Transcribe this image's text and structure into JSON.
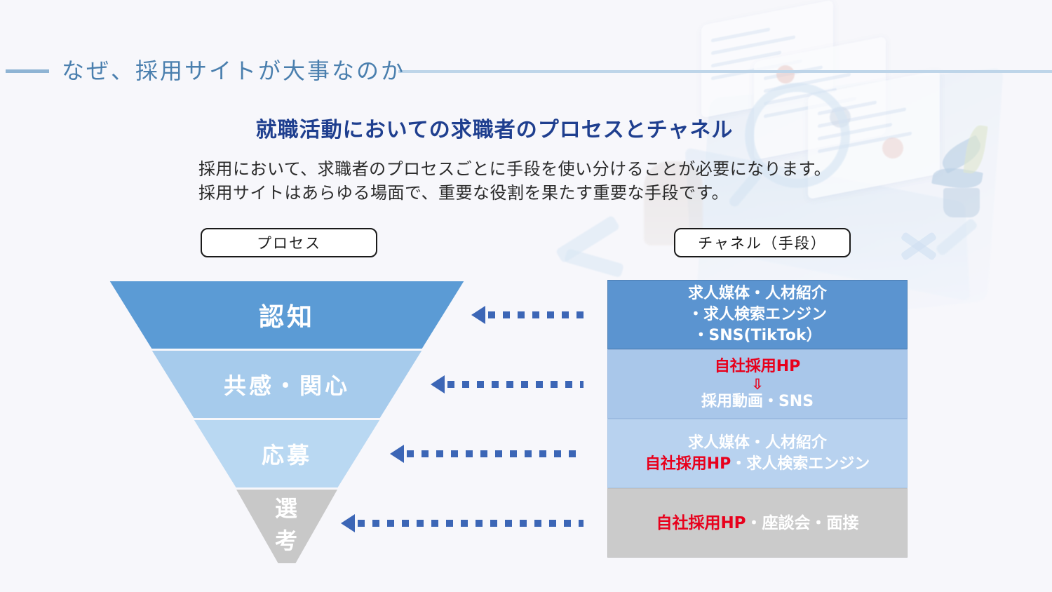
{
  "slide": {
    "background_color": "#f7f7fb",
    "header": {
      "label": "なぜ、採用サイトが大事なのか",
      "rule_color_left": "#8fb4d4",
      "rule_color_right": "#bed5e9",
      "text_color": "#4a7fae"
    },
    "main_title": "就職活動においての求職者のプロセスとチャネル",
    "main_title_color": "#1f3f8f",
    "lead_text": "採用において、求職者のプロセスごとに手段を使い分けることが必要になります。\n採用サイトはあらゆる場面で、重要な役割を果たす重要な手段です。",
    "column_headers": {
      "process": "プロセス",
      "channel": "チャネル（手段）"
    }
  },
  "funnel": {
    "stages": [
      {
        "label": "認知",
        "color": "#5b9bd5"
      },
      {
        "label": "共感・関心",
        "color": "#a6cbec"
      },
      {
        "label": "応募",
        "color": "#b9d8f2"
      },
      {
        "label": "選考",
        "color": "#c8c8c8"
      }
    ]
  },
  "arrows": {
    "color": "#3c66b6",
    "style": "dotted-left-arrow",
    "count": 4
  },
  "channels": [
    {
      "background": "#5b94d0",
      "lines": [
        {
          "text": "求人媒体・人材紹介",
          "color": "#ffffff"
        },
        {
          "text": "・求人検索エンジン",
          "color": "#ffffff"
        },
        {
          "text": "・SNS(TikTok）",
          "color": "#ffffff"
        }
      ]
    },
    {
      "background": "#a9c7ea",
      "lines": [
        {
          "text": "自社採用HP",
          "color": "#e8001c"
        },
        {
          "text": "⇩",
          "color": "#e8001c"
        },
        {
          "text": "採用動画・SNS",
          "color": "#ffffff"
        }
      ]
    },
    {
      "background": "#b8d2ef",
      "lines": [
        {
          "text": "求人媒体・人材紹介",
          "color": "#ffffff"
        },
        {
          "text_red": "自社採用HP",
          "text_white": "・求人検索エンジン"
        }
      ]
    },
    {
      "background": "#cbcbcb",
      "lines": [
        {
          "text_red": "自社採用HP",
          "text_white": "・座談会・面接"
        }
      ]
    }
  ]
}
